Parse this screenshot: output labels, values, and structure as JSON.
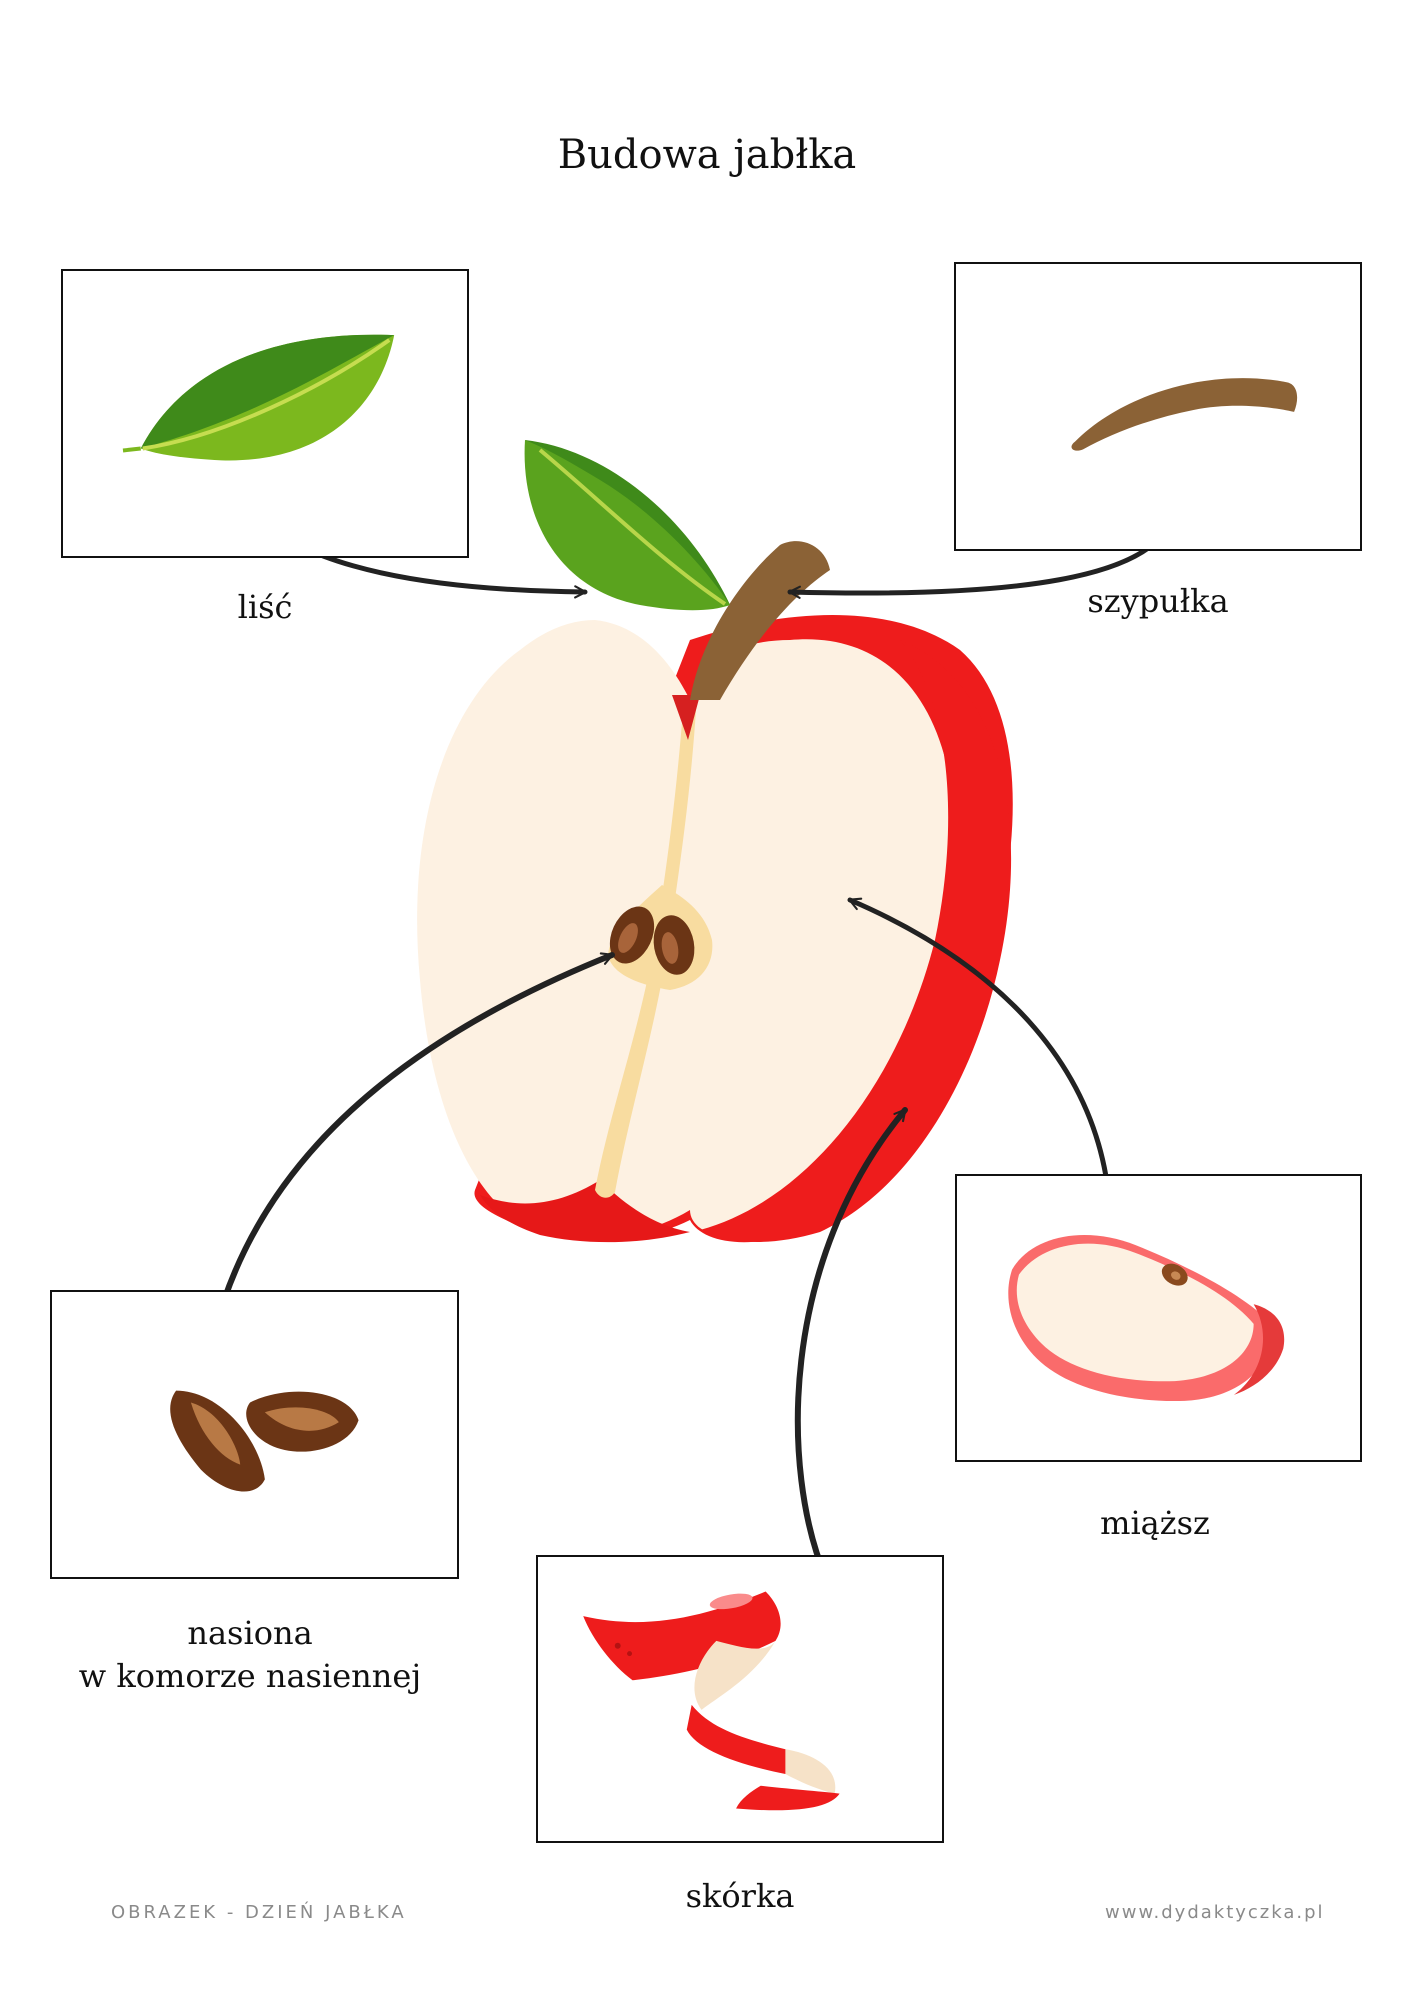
{
  "title": "Budowa jabłka",
  "parts": {
    "leaf": "liść",
    "stem": "szypułka",
    "seeds_line1": "nasiona",
    "seeds_line2": "w komorze nasiennej",
    "flesh": "miąższ",
    "skin": "skórka"
  },
  "footer": {
    "left": "OBRAZEK - DZIEŃ JABŁKA",
    "right": "www.dydaktyczka.pl"
  },
  "colors": {
    "apple_red": "#ee1c1c",
    "flesh": "#fdf1e2",
    "core": "#f8dca0",
    "seed": "#6b3515",
    "leaf_dark": "#3f8a1a",
    "leaf_light": "#7cb81e",
    "stem": "#8b6236"
  }
}
